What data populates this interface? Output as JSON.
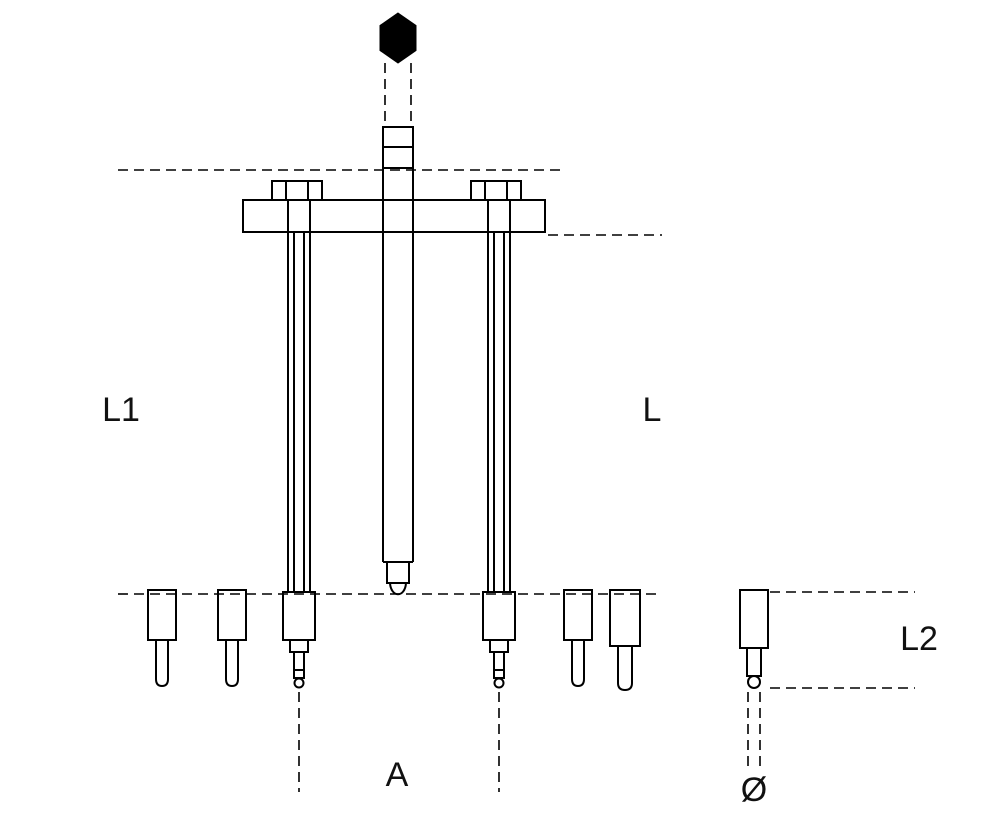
{
  "page": {
    "background_color": "#ffffff",
    "line_color": "#000000"
  },
  "diagram": {
    "kind": "puller-tool-technical-drawing",
    "labels": {
      "l1": "L1",
      "l": "L",
      "l2": "L2",
      "a": "A",
      "diameter": "Ø"
    }
  }
}
